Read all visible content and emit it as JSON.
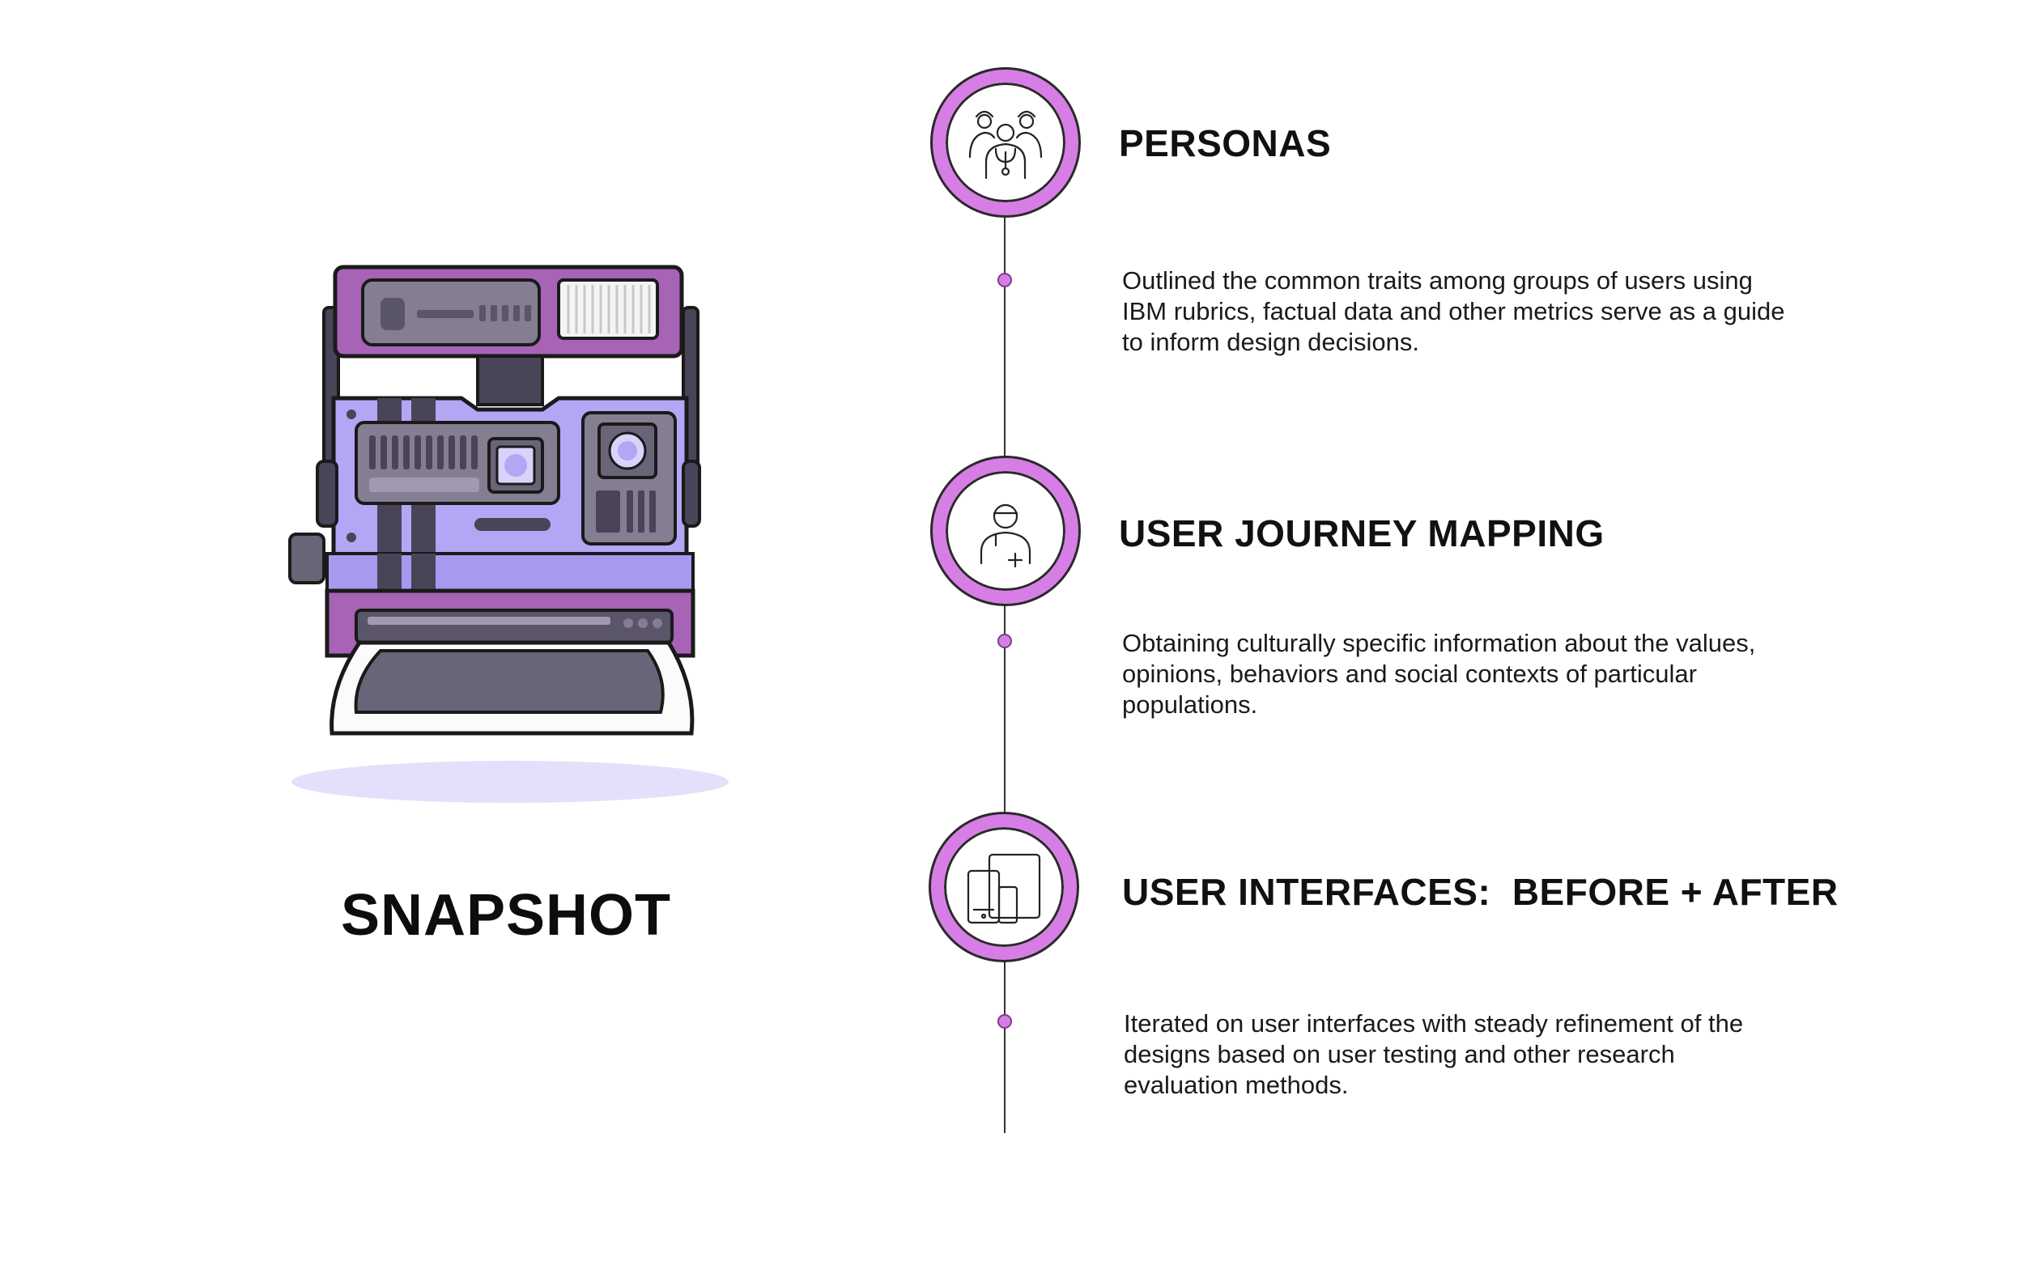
{
  "left": {
    "title": "SNAPSHOT",
    "illustration": "instant-camera-illustration"
  },
  "steps": [
    {
      "title": "PERSONAS",
      "icon": "group-people-icon",
      "description": "Outlined the common traits among groups of users using IBM rubrics, factual data and other metrics serve as a guide to inform design decisions."
    },
    {
      "title": "USER JOURNEY MAPPING",
      "icon": "doctor-user-icon",
      "description": "Obtaining culturally specific information about the values, opinions, behaviors and social contexts of particular populations."
    },
    {
      "title": "USER INTERFACES:  BEFORE + AFTER",
      "icon": "devices-icon",
      "description": "Iterated on user interfaces with steady refinement of the designs based on user testing and other research evaluation methods."
    }
  ],
  "colors": {
    "accent": "#d77ee6",
    "camera_body": "#b3a6f5",
    "camera_top": "#a763b5",
    "camera_dark": "#6a6478",
    "shadow": "#e4e0fb",
    "line": "#333333"
  }
}
